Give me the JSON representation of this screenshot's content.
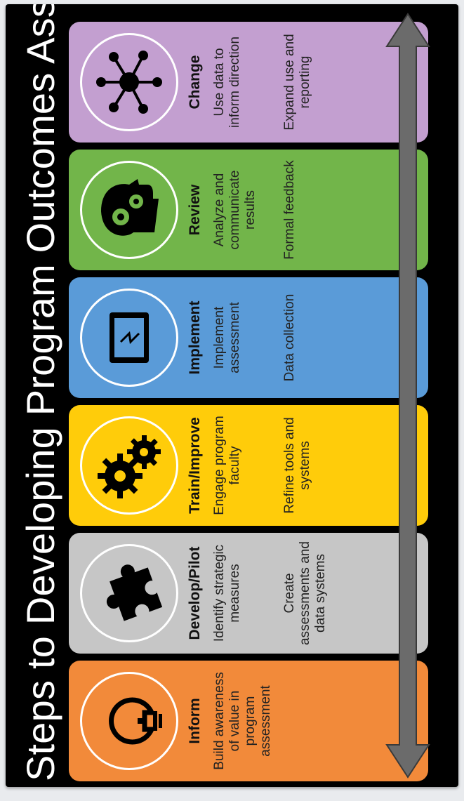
{
  "title": "Steps to Developing Program Outcomes Assessment",
  "colors": {
    "background": "#000000",
    "inform": "#f28a3a",
    "develop": "#c6c6c6",
    "train": "#ffcc0a",
    "implement": "#5a9bd8",
    "review": "#72b54a",
    "change": "#c39fd0",
    "arrow": "#6b6b6b"
  },
  "steps": [
    {
      "name": "Inform",
      "icon": "lightbulb-icon",
      "line1": "Build awareness of value in program assessment",
      "line2": ""
    },
    {
      "name": "Develop/Pilot",
      "icon": "puzzle-piece-icon",
      "line1": "Identify strategic measures",
      "line2": "Create assessments and data systems"
    },
    {
      "name": "Train/Improve",
      "icon": "gears-icon",
      "line1": "Engage program faculty",
      "line2": "Refine tools and systems"
    },
    {
      "name": "Implement",
      "icon": "tablet-icon",
      "line1": "Implement assessment",
      "line2": "Data collection"
    },
    {
      "name": "Review",
      "icon": "head-gears-icon",
      "line1": "Analyze and communicate results",
      "line2": "Formal feedback"
    },
    {
      "name": "Change",
      "icon": "network-icon",
      "line1": "Use data to inform direction",
      "line2": "Expand use and reporting"
    }
  ]
}
